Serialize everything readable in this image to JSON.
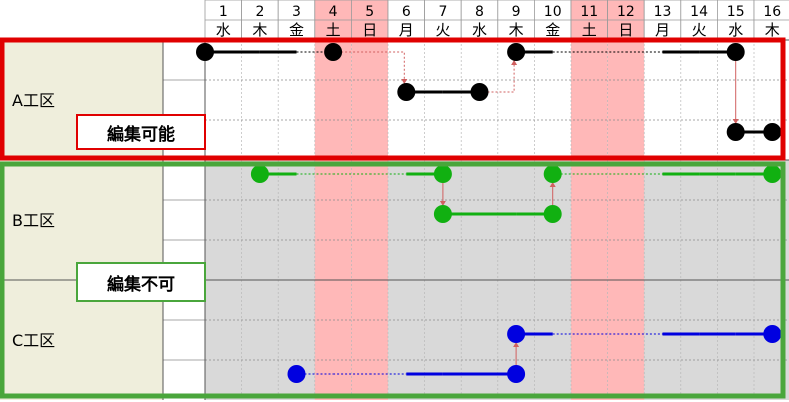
{
  "calendar": {
    "days": [
      {
        "day": "1",
        "weekday": "水",
        "holiday": false
      },
      {
        "day": "2",
        "weekday": "木",
        "holiday": false
      },
      {
        "day": "3",
        "weekday": "金",
        "holiday": false
      },
      {
        "day": "4",
        "weekday": "土",
        "holiday": true
      },
      {
        "day": "5",
        "weekday": "日",
        "holiday": true
      },
      {
        "day": "6",
        "weekday": "月",
        "holiday": false
      },
      {
        "day": "7",
        "weekday": "火",
        "holiday": false
      },
      {
        "day": "8",
        "weekday": "水",
        "holiday": false
      },
      {
        "day": "9",
        "weekday": "木",
        "holiday": false
      },
      {
        "day": "10",
        "weekday": "金",
        "holiday": false
      },
      {
        "day": "11",
        "weekday": "土",
        "holiday": true
      },
      {
        "day": "12",
        "weekday": "日",
        "holiday": true
      },
      {
        "day": "13",
        "weekday": "月",
        "holiday": false
      },
      {
        "day": "14",
        "weekday": "火",
        "holiday": false
      },
      {
        "day": "15",
        "weekday": "水",
        "holiday": false
      },
      {
        "day": "16",
        "weekday": "木",
        "holiday": false
      }
    ]
  },
  "zones": [
    {
      "name": "A工区",
      "editable": true,
      "color": "#000000",
      "lanes": 3,
      "tasks": [
        {
          "lane": 0,
          "start": 1,
          "end": 4
        },
        {
          "lane": 1,
          "start": 6,
          "end": 8
        },
        {
          "lane": 0,
          "start": 9,
          "end": 15
        },
        {
          "lane": 2,
          "start": 15,
          "end": 16
        }
      ],
      "links": [
        {
          "from_day": 4,
          "from_lane": 0,
          "to_day": 6,
          "to_lane": 1
        },
        {
          "from_day": 8,
          "from_lane": 1,
          "to_day": 9,
          "to_lane": 0
        },
        {
          "from_day": 15,
          "from_lane": 0,
          "to_day": 15,
          "to_lane": 2
        }
      ]
    },
    {
      "name": "B工区",
      "editable": false,
      "color": "#11b011",
      "lanes": 3,
      "tasks": [
        {
          "lane": 0,
          "start": 2,
          "end": 7
        },
        {
          "lane": 1,
          "start": 7,
          "end": 10
        },
        {
          "lane": 0,
          "start": 10,
          "end": 16
        }
      ],
      "links": [
        {
          "from_day": 7,
          "from_lane": 0,
          "to_day": 7,
          "to_lane": 1
        },
        {
          "from_day": 10,
          "from_lane": 1,
          "to_day": 10,
          "to_lane": 0
        }
      ]
    },
    {
      "name": "C工区",
      "editable": false,
      "color": "#0000e0",
      "lanes": 3,
      "tasks": [
        {
          "lane": 1,
          "start": 9,
          "end": 16
        },
        {
          "lane": 2,
          "start": 3,
          "end": 9
        }
      ],
      "links": [
        {
          "from_day": 9,
          "from_lane": 2,
          "to_day": 9,
          "to_lane": 1
        }
      ]
    }
  ],
  "labels": {
    "editable": "編集可能",
    "readonly": "編集不可"
  },
  "colors": {
    "holiday": "#ffb8b8",
    "readonly_bg": "#d9d9d9",
    "zone_label_bg": "#efeedc",
    "editable_frame": "#e00000",
    "readonly_frame": "#4aa63c"
  }
}
